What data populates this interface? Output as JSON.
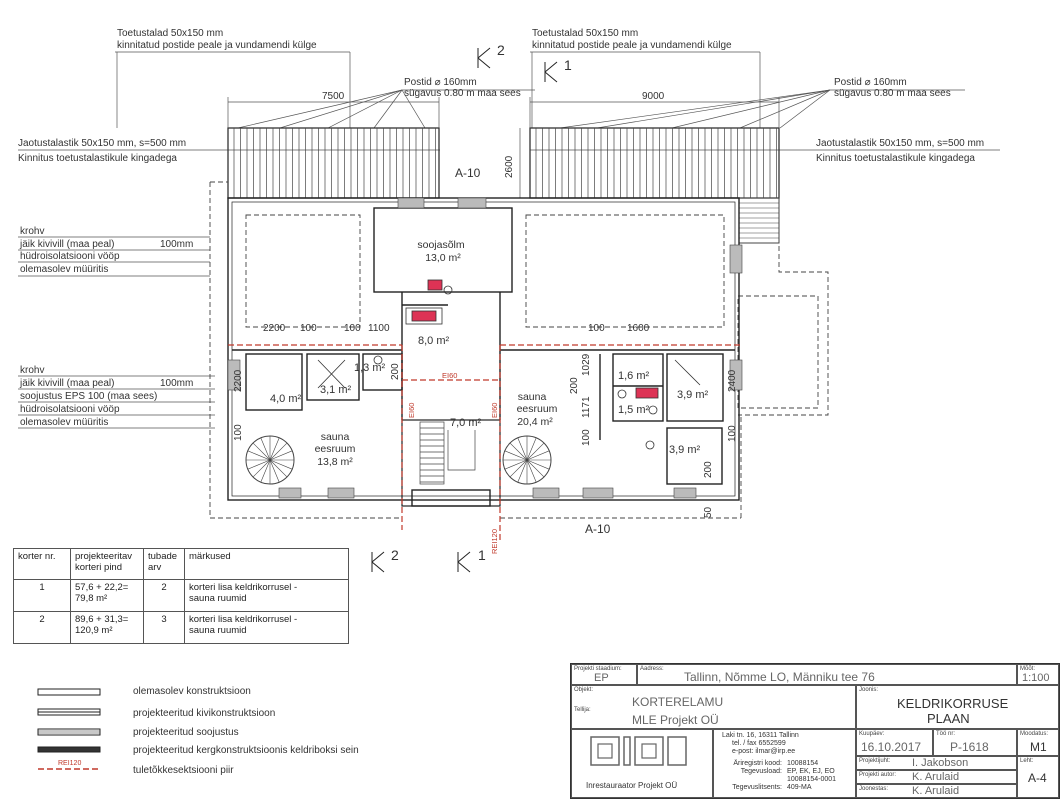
{
  "annotations": {
    "support_beams_left_1": "Toetustalad 50x150 mm",
    "support_beams_left_2": "kinnitatud postide peale ja vundamendi külge",
    "support_beams_right_1": "Toetustalad 50x150 mm",
    "support_beams_right_2": "kinnitatud postide peale ja vundamendi külge",
    "posts_left_1": "Postid ⌀ 160mm",
    "posts_left_2": "sügavus 0.80 m maa sees",
    "posts_right_1": "Postid ⌀ 160mm",
    "posts_right_2": "sügavus 0.80 m maa sees",
    "joist_left_1": "Jaotustalastik 50x150 mm, s=500 mm",
    "joist_left_2": "Kinnitus toetustalastikule kingadega",
    "joist_right_1": "Jaotustalastik 50x150 mm, s=500 mm",
    "joist_right_2": "Kinnitus toetustalastikule kingadega",
    "wall1": [
      "krohv",
      "jäik kivivill (maa peal)",
      "hüdroisolatsiooni vööp",
      "olemasolev müüritis"
    ],
    "wall1_thickness": "100mm",
    "wall2": [
      "krohv",
      "jäik kivivill (maa peal)",
      "soojustus EPS 100 (maa sees)",
      "hüdroisolatsiooni vööp",
      "olemasolev müüritis"
    ],
    "wall2_thickness": "100mm"
  },
  "dimensions": {
    "d7500": "7500",
    "d9000": "9000",
    "d2600": "2600",
    "d2200a": "2200",
    "d100a": "100",
    "d100b": "100",
    "d1100": "1100",
    "d100c": "100",
    "d1600": "1600",
    "d2200v": "2200",
    "d100v": "100",
    "d200a": "200",
    "d200b": "200",
    "d1029": "1029",
    "d1171": "1171",
    "d100d": "100",
    "d2400": "2400",
    "d100e": "100",
    "d200c": "200",
    "d50": "50"
  },
  "sections": {
    "k2_top": "2",
    "k1_top": "1",
    "k2_bottom": "2",
    "k1_bottom": "1",
    "a10_top": "A-10",
    "a10_bottom": "A-10"
  },
  "rooms": {
    "soojasolm": "soojasõlm",
    "soojasolm_area": "13,0 m²",
    "r8": "8,0 m²",
    "r13": "1,3 m²",
    "r31": "3,1 m²",
    "r40": "4,0 m²",
    "sauna_left_1": "sauna",
    "sauna_left_2": "eesruum",
    "sauna_left_area": "13,8 m²",
    "r70": "7,0 m²",
    "sauna_right_1": "sauna",
    "sauna_right_2": "eesruum",
    "sauna_right_area": "20,4 m²",
    "r16": "1,6 m²",
    "r15": "1,5 m²",
    "r39a": "3,9 m²",
    "r39b": "3,9 m²"
  },
  "fire": {
    "ei60a": "EI60",
    "ei60b": "EI60",
    "ei60c": "EI60",
    "rei120": "REI120"
  },
  "apartments": {
    "headers": [
      "korter nr.",
      "projekteeritav korteri pind",
      "tubade arv",
      "märkused"
    ],
    "rows": [
      {
        "nr": "1",
        "area_1": "57,6 + 22,2=",
        "area_2": "79,8 m²",
        "rooms": "2",
        "note_1": "korteri lisa keldrikorrusel -",
        "note_2": "sauna ruumid"
      },
      {
        "nr": "2",
        "area_1": "89,6 + 31,3=",
        "area_2": "120,9 m²",
        "rooms": "3",
        "note_1": "korteri lisa keldrikorrusel -",
        "note_2": "sauna ruumid"
      }
    ]
  },
  "legend": [
    "olemasolev konstruktsioon",
    "projekteeritud kivikonstruktsioon",
    "projekteeritud soojustus",
    "projekteeritud kergkonstruktsioonis keldriboksi sein",
    "tuletõkkesektsiooni piir"
  ],
  "legend_red_label": "REI120",
  "title_block": {
    "stage_label": "Projekti staadium:",
    "stage": "EP",
    "address_label": "Aadress:",
    "address": "Tallinn, Nõmme LO, Männiku tee 76",
    "scale_label": "Mõõt:",
    "scale": "1:100",
    "object_label": "Objekt:",
    "object": "KORTERELAMU",
    "client_label": "Tellija:",
    "client": "MLE Projekt OÜ",
    "drawing_label": "Joonis:",
    "drawing_1": "KELDRIKORRUSE",
    "drawing_2": "PLAAN",
    "company_address_1": "Laki tn. 16, 16311 Tallinn",
    "company_address_2": "tel. / fax 6552599",
    "company_address_3": "e-post: ilmar@irp.ee",
    "reg_code_label": "Äriregistri kood:",
    "reg_code": "10088154",
    "activity_label": "Tegevusload:",
    "activity_1": "EP, EK, EJ, EO",
    "activity_2": "10088154-0001",
    "license_label": "Tegevuslitsents:",
    "license": "409-MA",
    "company_name": "Inrestauraator Projekt OÜ",
    "date_label": "Kuupäev:",
    "date": "16.10.2017",
    "work_label": "Töö nr:",
    "work": "P-1618",
    "format_label": "Moodatus:",
    "format": "M1",
    "pm_label": "Projektijuht:",
    "pm": "I. Jakobson",
    "author_label": "Projekti autor:",
    "author": "K. Arulaid",
    "drafter_label": "Joonestas:",
    "drafter": "K. Arulaid",
    "sheet_label": "Leht:",
    "sheet": "A-4"
  }
}
